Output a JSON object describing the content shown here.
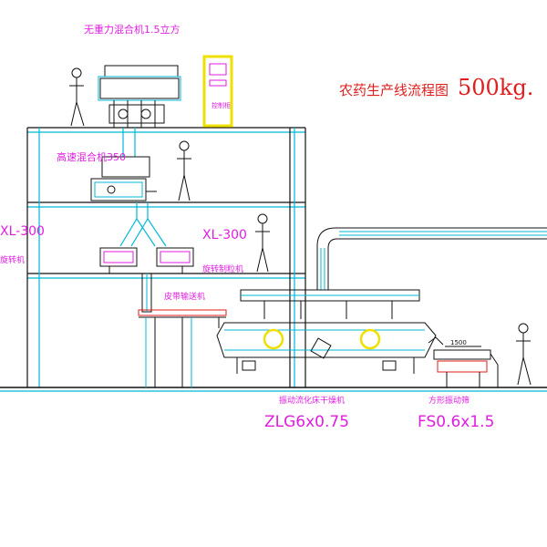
{
  "title": "农药生产线流程图 ",
  "capacity": "500kg.",
  "labels": {
    "mixer_top": "无重力混合机1.5立方",
    "mixer_high": "高速混合机350",
    "xl_left": "XL-300",
    "xl_left_cn": "旋转机",
    "xl_mid": "XL-300",
    "xl_mid_cn": "旋转制粒机",
    "belt": "皮带输送机",
    "dryer_cn": "振动流化床干燥机",
    "dryer_model": "ZLG6x0.75",
    "sieve_cn": "方形振动筛",
    "sieve_model": "FS0.6x1.5",
    "sieve_dim": "1500",
    "cabinet": "控制柜"
  },
  "colors": {
    "line": "#111111",
    "accent": "#00b8d8",
    "magenta": "#e01ee0",
    "red": "#e01e1e",
    "yellow": "#f0e000"
  }
}
